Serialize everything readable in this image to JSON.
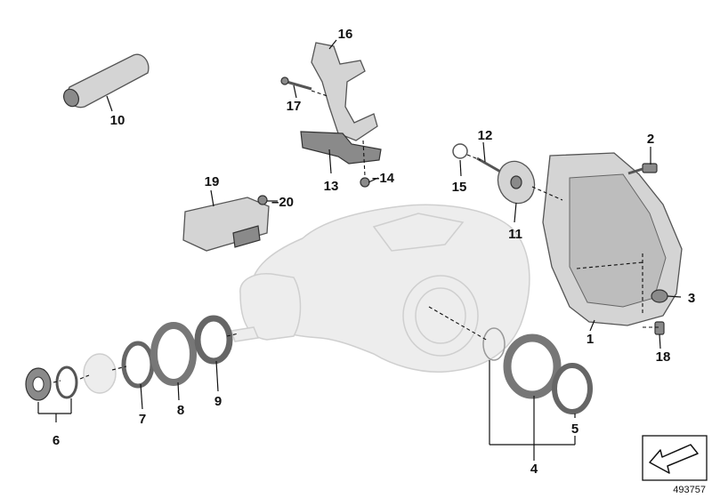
{
  "callouts": {
    "p1": "1",
    "p2": "2",
    "p3": "3",
    "p4": "4",
    "p5": "5",
    "p6": "6",
    "p7": "7",
    "p8": "8",
    "p9": "9",
    "p10": "10",
    "p11": "11",
    "p12": "12",
    "p13": "13",
    "p14": "–14",
    "p15": "15",
    "p16": "16",
    "p17": "17",
    "p18": "18",
    "p19": "19",
    "p20": "–20"
  },
  "footer": {
    "reference_number": "493757"
  }
}
